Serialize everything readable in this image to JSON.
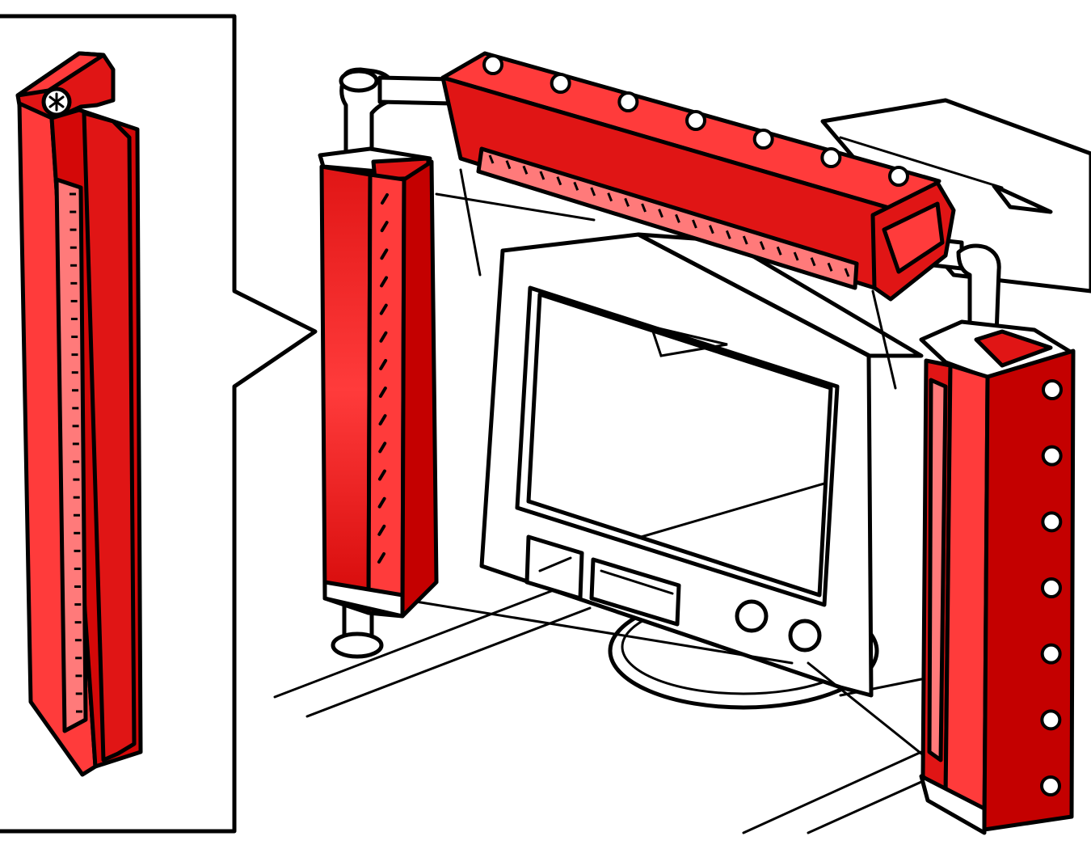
{
  "colors": {
    "ink": "#000000",
    "paper": "#ffffff",
    "red_light": "#ff3b3b",
    "red_mid": "#e01515",
    "red_dark": "#c40000",
    "red_shadow": "#a80000",
    "window_tint": "#ff7a7a",
    "chrome": "#ffffff"
  },
  "illustration": {
    "subject": "",
    "parts": [
      "callout-panel",
      "detail-column",
      "left-column",
      "top-bar",
      "right-column",
      "mounting-pipe",
      "monitor-enclosure"
    ]
  },
  "counts": {
    "top_bar_holes": 7,
    "right_column_holes": 7,
    "left_column_leds": 14,
    "detail_column_ticks": 30,
    "top_bar_ticks": 22
  }
}
